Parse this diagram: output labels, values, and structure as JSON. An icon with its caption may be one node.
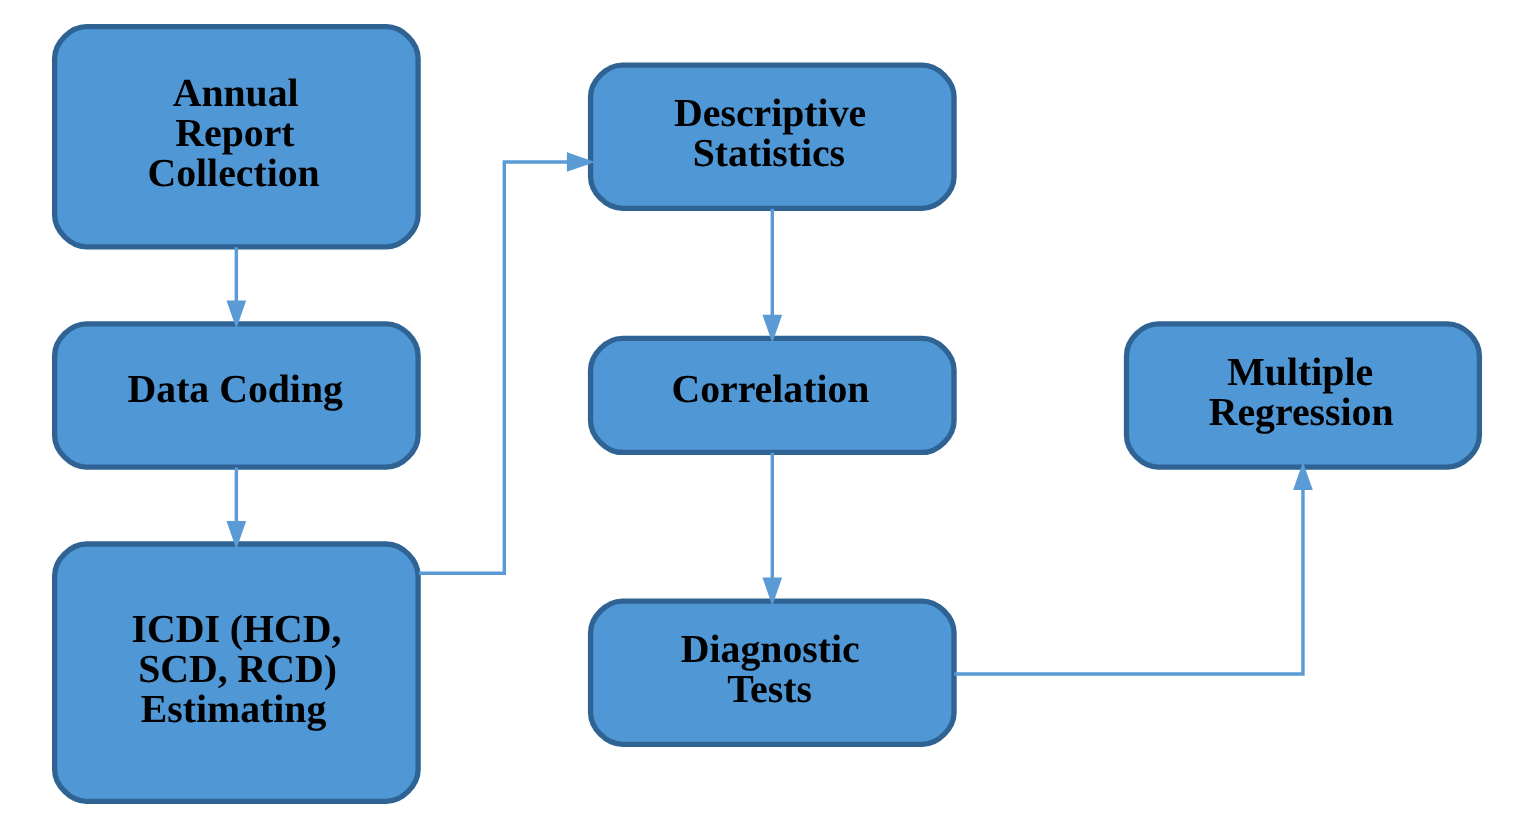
{
  "diagram": {
    "nodes": [
      {
        "text": [
          "Annual Report Collection"
        ]
      },
      {
        "text": [
          "Data Coding"
        ]
      },
      {
        "text": [
          "ICDI (HCD, SCD, RCD) Estimating"
        ]
      },
      {
        "text": [
          "Descriptive Statistics"
        ]
      },
      {
        "text": [
          "Correlation"
        ]
      },
      {
        "text": [
          "Diagnostic Tests"
        ]
      },
      {
        "text": [
          "Multiple Regression"
        ]
      }
    ],
    "edges": [
      {
        "from": 0,
        "to": 1,
        "arrow": "to"
      },
      {
        "from": 1,
        "to": 2,
        "arrow": "to"
      },
      {
        "from": 2,
        "to": 3,
        "arrow": "to"
      },
      {
        "from": 3,
        "to": 4,
        "arrow": "to"
      },
      {
        "from": 4,
        "to": 5,
        "arrow": "to"
      },
      {
        "from": 5,
        "to": 6,
        "arrow": "to"
      }
    ]
  }
}
